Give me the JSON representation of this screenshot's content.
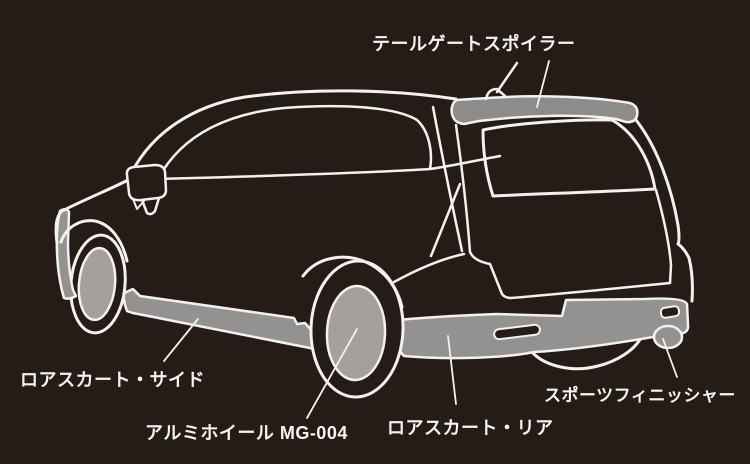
{
  "diagram": {
    "labels": {
      "tailgate_spoiler": "テールゲートスポイラー",
      "lower_skirt_side": "ロアスカート・サイド",
      "alloy_wheel": "アルミホイール MG-004",
      "lower_skirt_rear": "ロアスカート・リア",
      "sports_finisher": "スポーツフィニッシャー"
    },
    "colors": {
      "background": "#251b17",
      "outline": "#f3f1ef",
      "part_highlight": "#949290",
      "spoiler_gray": "#8e8c8b",
      "wheel_gray": "#a3a09e",
      "label_text": "#f6f4f2"
    }
  }
}
